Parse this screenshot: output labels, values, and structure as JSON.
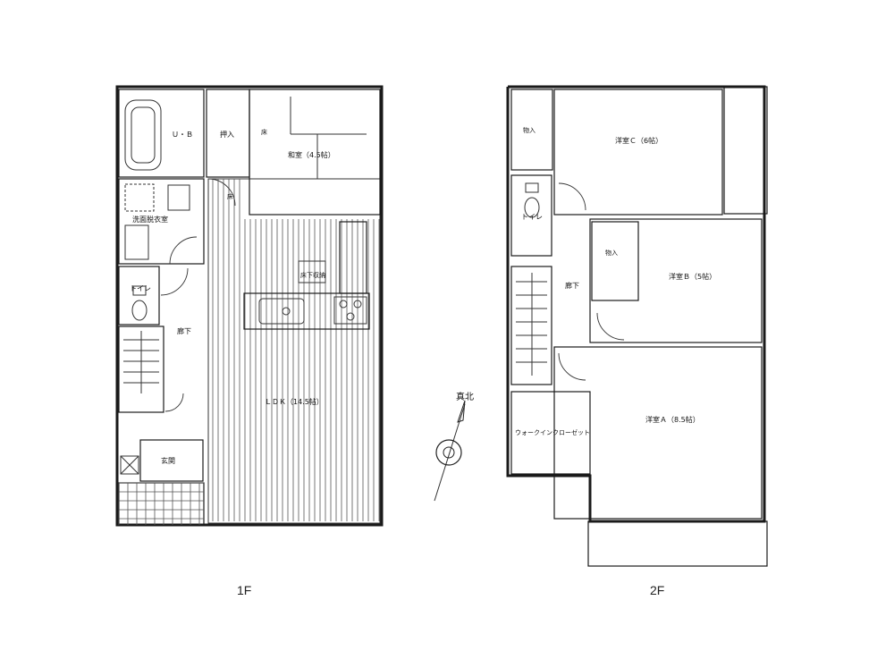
{
  "floor1": {
    "label": "1F",
    "rooms": {
      "unit_bath": "Ｕ・Ｂ",
      "closet_oshiire": "押入",
      "washitsu": "和室（4.5帖）",
      "washroom": "洗面脱衣室",
      "toilet": "トイレ",
      "hallway": "廊下",
      "ldk": "ＬＤＫ（14.5帖）",
      "entrance": "玄関",
      "underfloor": "床下収納",
      "tokonoma1": "床",
      "tokonoma2": "床"
    }
  },
  "floor2": {
    "label": "2F",
    "rooms": {
      "closet_c": "物入",
      "room_c": "洋室Ｃ（6帖）",
      "toilet": "トイレ",
      "closet_b": "物入",
      "room_b": "洋室Ｂ（5帖）",
      "hallway": "廊下",
      "wic": "ウォークインクローゼット",
      "room_a": "洋室Ａ（8.5帖）"
    }
  },
  "compass": {
    "label": "真北"
  }
}
